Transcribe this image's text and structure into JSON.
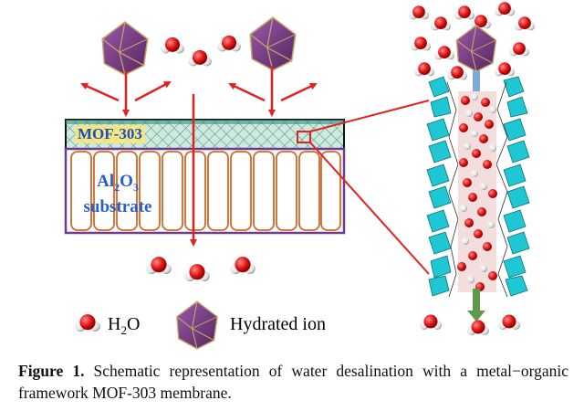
{
  "figure": {
    "labels": {
      "mof": "MOF-303",
      "substrate_al": "Al",
      "substrate_sub1": "2",
      "substrate_o": "O",
      "substrate_sub2": "3",
      "substrate_word": "substrate"
    },
    "legend": {
      "water_h": "H",
      "water_sub": "2",
      "water_o": "O",
      "ion": "Hydrated ion"
    },
    "colors": {
      "ion_polyhedron": "#7a3f86",
      "membrane_top": "#9ad1c2",
      "membrane_fill": "#e8dfa0",
      "substrate_frame": "#6c3b8e",
      "pore_wall": "#d0692a",
      "red_arrow": "#e02222",
      "blue_arrow": "#7fa9d8",
      "green_arrow": "#5f9a4a",
      "oxygen": "#d81e1e",
      "hydrogen": "#ffffff",
      "cyan_polyhedra": "#1fc7d4"
    }
  },
  "caption": {
    "label": "Figure 1.",
    "text": " Schematic representation of water desalination with a metal−organic framework MOF-303 membrane."
  }
}
